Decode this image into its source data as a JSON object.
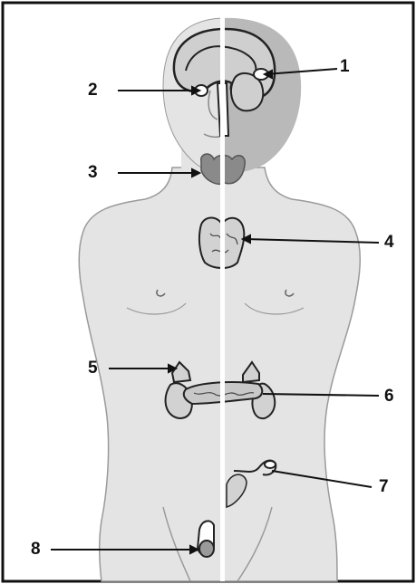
{
  "labels": [
    {
      "number": "1",
      "organ": "pineal"
    },
    {
      "number": "2",
      "organ": "pituitary"
    },
    {
      "number": "3",
      "organ": "thyroid"
    },
    {
      "number": "4",
      "organ": "thymus"
    },
    {
      "number": "5",
      "organ": "adrenal"
    },
    {
      "number": "6",
      "organ": "pancreas"
    },
    {
      "number": "7",
      "organ": "ovary"
    },
    {
      "number": "8",
      "organ": "testis"
    }
  ],
  "colors": {
    "body_fill": "#e4e4e4",
    "head_dark": "#b9b9b9",
    "organ_fill": "#d2d2d2",
    "thyroid_fill": "#8a8a8a",
    "outline": "#222222",
    "divider": "#ffffff"
  }
}
